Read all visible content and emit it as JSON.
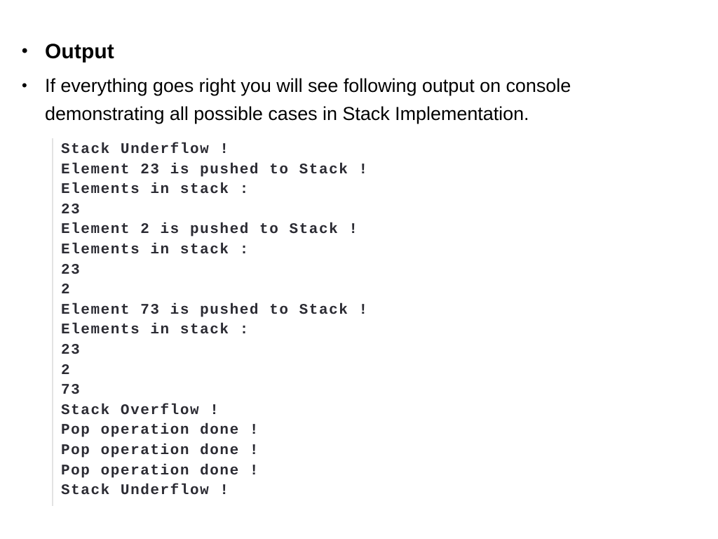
{
  "slide": {
    "bullets": [
      {
        "marker": "•",
        "text": "Output",
        "style": "heading"
      },
      {
        "marker": "•",
        "text": "If everything goes right you will see following output on console demonstrating all possible cases in Stack Implementation.",
        "style": "paragraph"
      }
    ]
  },
  "console": {
    "lines": [
      "Stack Underflow !",
      "Element 23 is pushed to Stack !",
      "Elements in stack :",
      "23",
      "Element 2 is pushed to Stack !",
      "Elements in stack :",
      "23",
      "2",
      "Element 73 is pushed to Stack !",
      "Elements in stack :",
      "23",
      "2",
      "73",
      "Stack Overflow !",
      "Pop operation done !",
      "Pop operation done !",
      "Pop operation done !",
      "Stack Underflow !"
    ]
  },
  "colors": {
    "page_background": "#ffffff",
    "text": "#000000",
    "console_text": "#2b2b33",
    "console_border": "#e3e3e3"
  }
}
